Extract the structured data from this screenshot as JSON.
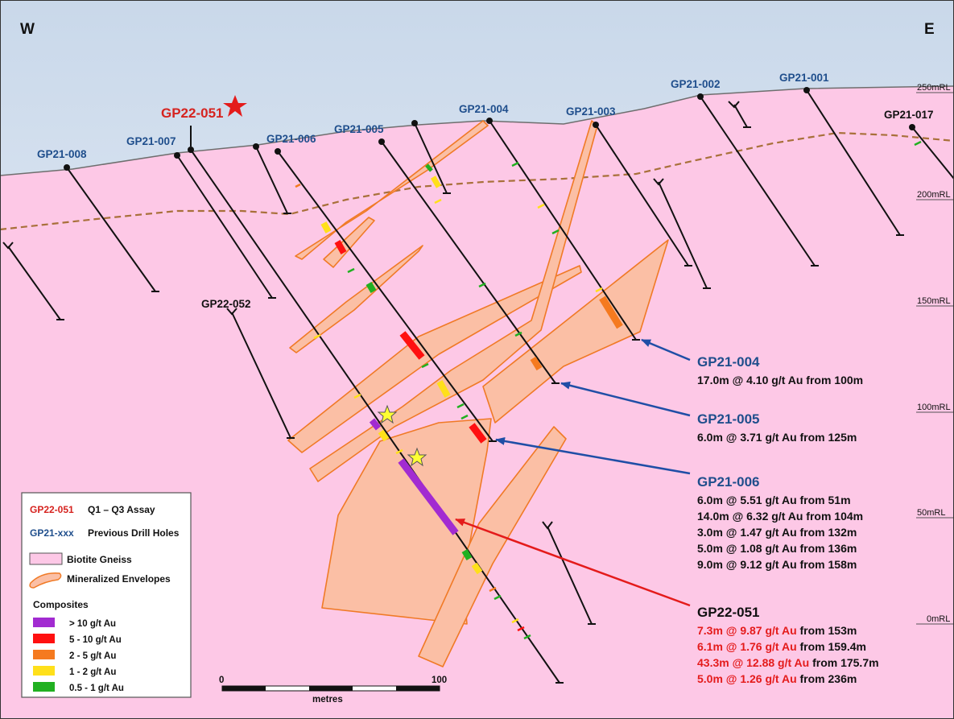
{
  "directions": {
    "west": "W",
    "east": "E"
  },
  "rl_labels": [
    "250mRL",
    "200mRL",
    "150mRL",
    "100mRL",
    "50mRL",
    "0mRL"
  ],
  "drill_holes": {
    "gp21_008": "GP21-008",
    "gp21_007": "GP21-007",
    "gp22_051": "GP22-051",
    "gp21_006": "GP21-006",
    "gp21_005": "GP21-005",
    "gp21_004": "GP21-004",
    "gp21_003": "GP21-003",
    "gp21_002": "GP21-002",
    "gp21_001": "GP21-001",
    "gp21_017": "GP21-017",
    "gp22_052": "GP22-052"
  },
  "callouts": [
    {
      "hole": "GP21-004",
      "lines": [
        {
          "grade": "",
          "rest": "17.0m @ 4.10 g/t Au from 100m"
        }
      ]
    },
    {
      "hole": "GP21-005",
      "lines": [
        {
          "grade": "",
          "rest": "6.0m @ 3.71 g/t Au from 125m"
        }
      ]
    },
    {
      "hole": "GP21-006",
      "lines": [
        {
          "grade": "",
          "rest": "6.0m @ 5.51 g/t Au from 51m"
        },
        {
          "grade": "",
          "rest": "14.0m @ 6.32 g/t Au from 104m"
        },
        {
          "grade": "",
          "rest": "3.0m @ 1.47 g/t Au from 132m"
        },
        {
          "grade": "",
          "rest": "5.0m @ 1.08 g/t Au from 136m"
        },
        {
          "grade": "",
          "rest": "9.0m @ 9.12 g/t Au from 158m"
        }
      ]
    },
    {
      "hole": "GP22-051",
      "lines": [
        {
          "grade": "7.3m @ 9.87 g/t Au",
          "rest": " from 153m"
        },
        {
          "grade": "6.1m @ 1.76 g/t Au",
          "rest": " from 159.4m"
        },
        {
          "grade": "43.3m @ 12.88 g/t Au",
          "rest": " from 175.7m"
        },
        {
          "grade": "5.0m @ 1.26 g/t Au",
          "rest": " from 236m"
        }
      ]
    }
  ],
  "legend": {
    "current_code": "GP22-051",
    "current_desc": "Q1 – Q3 Assay",
    "previous_code": "GP21-xxx",
    "previous_desc": "Previous Drill Holes",
    "gneiss": "Biotite Gneiss",
    "envelopes": "Mineralized Envelopes",
    "composites_title": "Composites",
    "composites": [
      {
        "label": "> 10 g/t Au",
        "color": "#a22bd1"
      },
      {
        "label": "5 - 10 g/t Au",
        "color": "#ff1010"
      },
      {
        "label": "2 - 5 g/t Au",
        "color": "#f57a1f"
      },
      {
        "label": "1 - 2 g/t Au",
        "color": "#ffe01a"
      },
      {
        "label": "0.5 - 1 g/t Au",
        "color": "#21b021"
      }
    ]
  },
  "scale": {
    "start": "0",
    "end": "100",
    "unit": "metres"
  },
  "colors": {
    "gneiss": "#fdc8e6",
    "envelope_fill": "#fbbfa5",
    "envelope_stroke": "#f07a26",
    "previous_hole": "#1f4e8c",
    "new_hole": "#d6231f",
    "arrow_blue": "#1f4ea6",
    "arrow_red": "#e41b1b",
    "weathering_line": "#a8703a"
  }
}
